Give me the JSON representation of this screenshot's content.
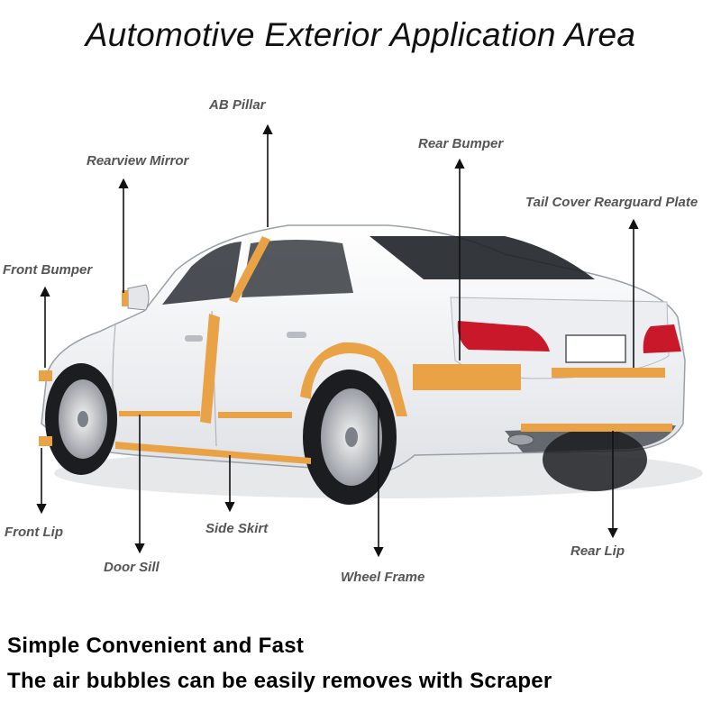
{
  "title": "Automotive Exterior Application Area",
  "labels": {
    "ab_pillar": "AB Pillar",
    "rear_bumper": "Rear Bumper",
    "rearview_mirror": "Rearview Mirror",
    "tail_cover": "Tail Cover Rearguard Plate",
    "front_bumper": "Front Bumper",
    "front_lip": "Front Lip",
    "side_skirt": "Side Skirt",
    "door_sill": "Door Sill",
    "wheel_frame": "Wheel Frame",
    "rear_lip": "Rear Lip"
  },
  "footer": {
    "line1": "Simple Convenient and Fast",
    "line2": "The air bubbles can be easily removes with Scraper"
  },
  "colors": {
    "strip": "#e9a245",
    "label": "#555555",
    "car_body": "#f1f2f4",
    "car_outline": "#9aa0a8",
    "glass": "#2b2f36",
    "tail_light": "#c8182a"
  }
}
